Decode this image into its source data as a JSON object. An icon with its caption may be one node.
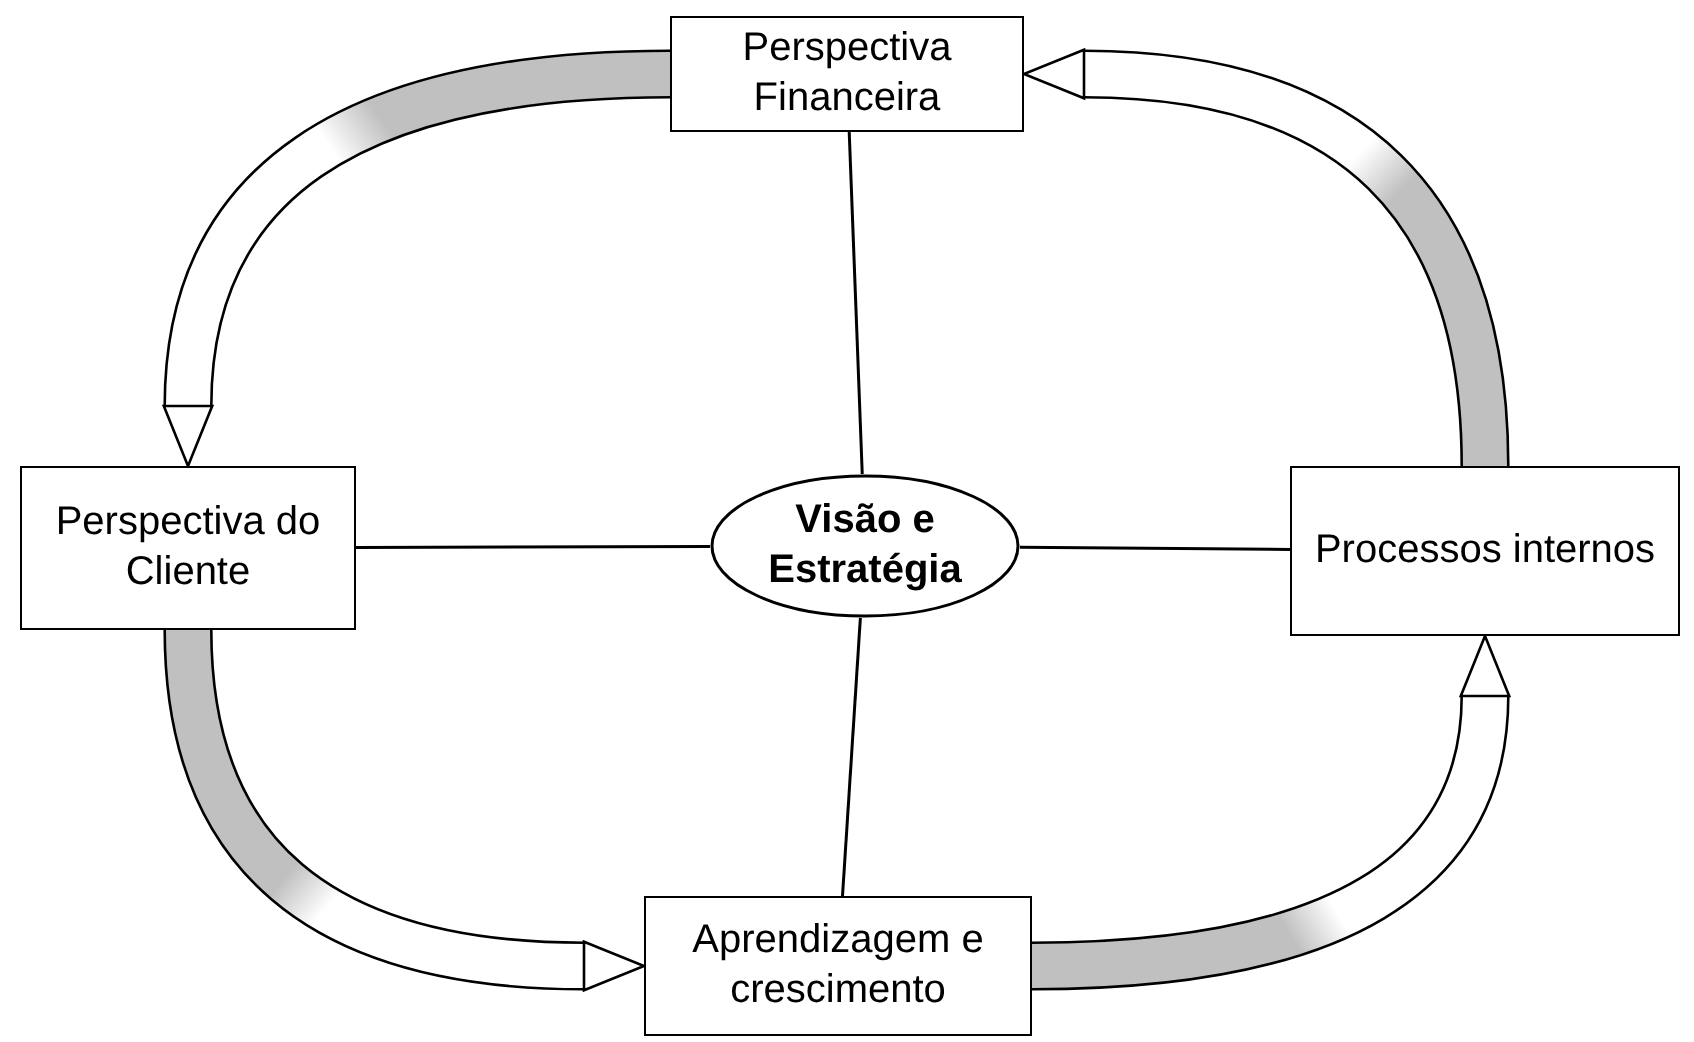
{
  "diagram": {
    "nodes": [
      {
        "text": [
          "Perspectiva Financeira"
        ]
      },
      {
        "text": [
          "Perspectiva do Cliente"
        ]
      },
      {
        "text": [
          "Visão e Estratégia"
        ]
      },
      {
        "text": [
          "Processos internos"
        ]
      },
      {
        "text": [
          "Aprendizagem e crescimento"
        ]
      }
    ],
    "edges": [
      {
        "from": 2,
        "to": 0,
        "arrow": "none"
      },
      {
        "from": 2,
        "to": 1,
        "arrow": "none"
      },
      {
        "from": 2,
        "to": 3,
        "arrow": "none"
      },
      {
        "from": 2,
        "to": 4,
        "arrow": "none"
      },
      {
        "from": 0,
        "to": 1,
        "arrow": "to",
        "style": "thick"
      },
      {
        "from": 1,
        "to": 4,
        "arrow": "to",
        "style": "thick"
      },
      {
        "from": 4,
        "to": 3,
        "arrow": "to",
        "style": "thick"
      },
      {
        "from": 3,
        "to": 0,
        "arrow": "to",
        "style": "thick"
      }
    ]
  }
}
